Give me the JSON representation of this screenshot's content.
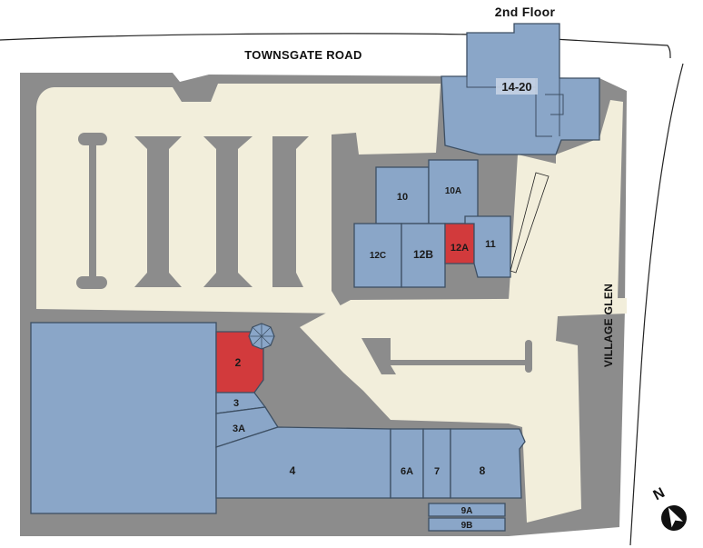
{
  "floor_label": "2nd Floor",
  "streets": {
    "north": "TOWNSGATE ROAD",
    "east": "VILLAGE GLEN"
  },
  "compass": {
    "letter": "N",
    "icon": "north-arrow-icon"
  },
  "colors": {
    "building": "#8aa6c8",
    "highlight": "#d23a3c",
    "parking": "#f2eedb",
    "road": "#8c8c8c",
    "outline": "#3d4f63"
  },
  "units": {
    "u2": "2",
    "u3": "3",
    "u3A": "3A",
    "u4": "4",
    "u6A": "6A",
    "u7": "7",
    "u8": "8",
    "u9A": "9A",
    "u9B": "9B",
    "u10": "10",
    "u10A": "10A",
    "u11": "11",
    "u12A": "12A",
    "u12B": "12B",
    "u12C": "12C",
    "u14_20": "14-20"
  },
  "highlighted_units": [
    "2",
    "12A"
  ]
}
